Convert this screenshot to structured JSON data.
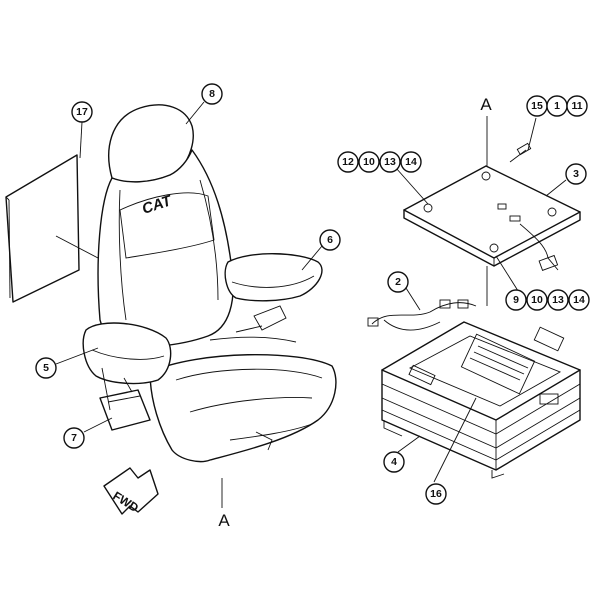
{
  "view_labels": {
    "seat_ref": "A",
    "base_ref": "A"
  },
  "seat_logo": "CAT",
  "direction_arrow": "FWD",
  "callouts": {
    "c17": "17",
    "c8": "8",
    "c6": "6",
    "c5": "5",
    "c7": "7",
    "c15": "15",
    "c1": "1",
    "c11": "11",
    "c12": "12",
    "c10a": "10",
    "c13a": "13",
    "c14a": "14",
    "c3": "3",
    "c2": "2",
    "c9": "9",
    "c10b": "10",
    "c13b": "13",
    "c14b": "14",
    "c4": "4",
    "c16": "16"
  }
}
